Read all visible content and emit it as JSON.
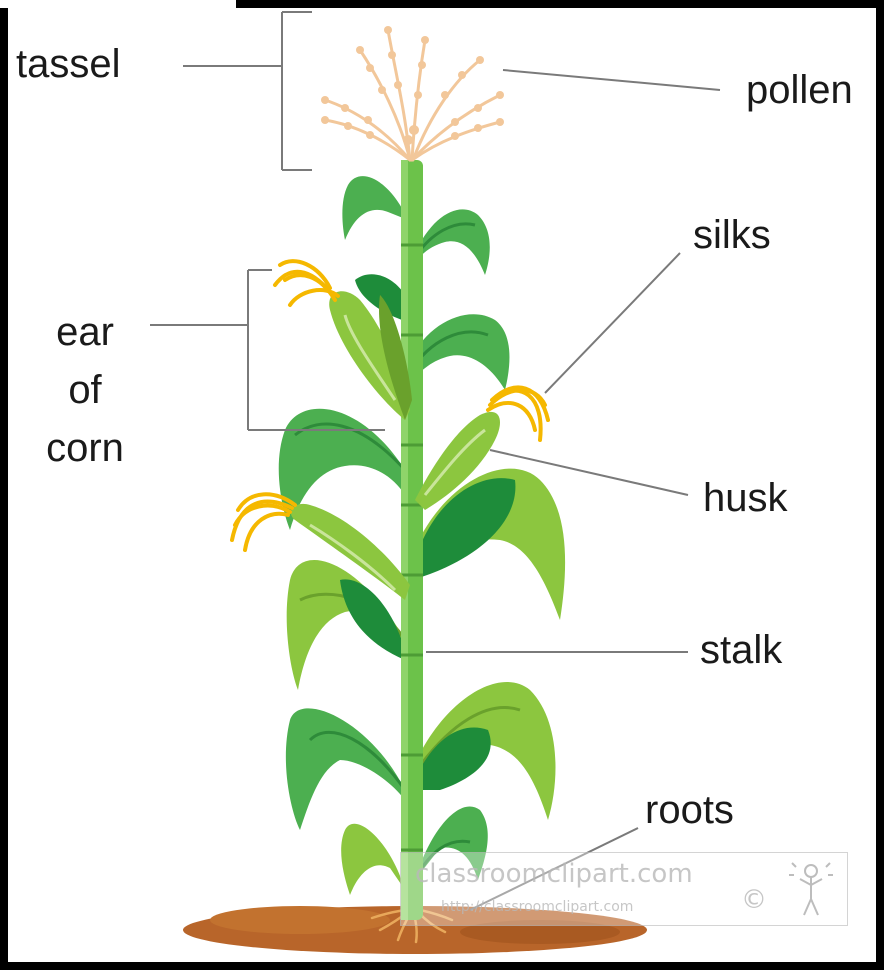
{
  "labels": {
    "tassel": "tassel",
    "pollen": "pollen",
    "silks": "silks",
    "ear_line1": "ear",
    "ear_line2": "of",
    "ear_line3": "corn",
    "husk": "husk",
    "stalk": "stalk",
    "roots": "roots"
  },
  "watermark": {
    "site": "classroomclipart.com",
    "url": "http://classroomclipart.com",
    "copyright": "©"
  },
  "colors": {
    "frame": "#000000",
    "stalk": "#6cc24a",
    "leaf_light": "#8cc63f",
    "leaf_mid": "#4caf50",
    "leaf_dark": "#1e8c3a",
    "tassel": "#f2c79a",
    "silk": "#f5b800",
    "soil": "#b8652a",
    "leader_line": "#7a7a7a",
    "text": "#1a1a1a"
  }
}
